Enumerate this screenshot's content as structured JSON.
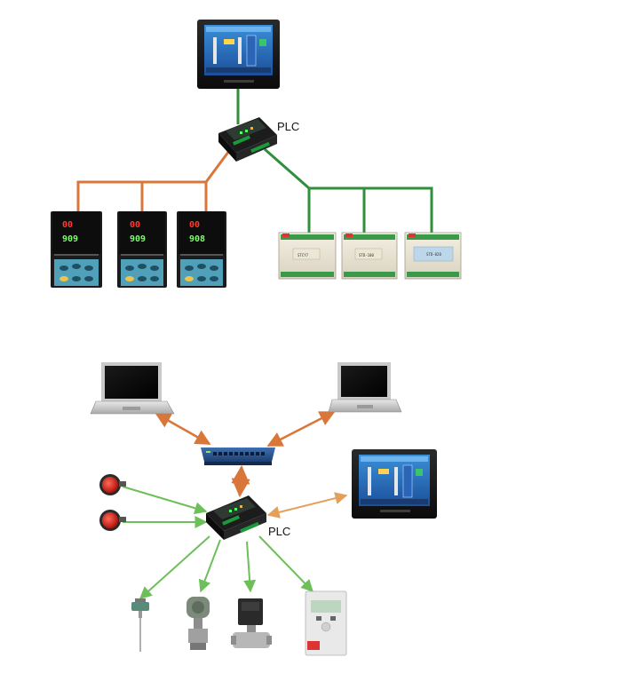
{
  "top_diagram": {
    "plc_label": "PLC",
    "temperature_controllers": [
      {
        "pv": "00",
        "sv": "909"
      },
      {
        "pv": "00",
        "sv": "909"
      },
      {
        "pv": "00",
        "sv": "908"
      }
    ],
    "io_modules": [
      {
        "label": "STCY7"
      },
      {
        "label": "STD-100"
      },
      {
        "label": "STD-020"
      }
    ]
  },
  "bottom_diagram": {
    "plc_label": "PLC"
  },
  "colors": {
    "orange_link": "#d9773a",
    "green_link": "#2f8f3a",
    "light_green_link": "#6dbf5a",
    "light_orange_link": "#e4a05a"
  },
  "icons": [
    "hmi-touchscreen-icon",
    "plc-icon",
    "temperature-controller-icon",
    "io-module-icon",
    "laptop-icon",
    "network-switch-icon",
    "push-button-icon",
    "temperature-sensor-icon",
    "pressure-transmitter-icon",
    "solenoid-valve-icon",
    "inverter-drive-icon"
  ]
}
